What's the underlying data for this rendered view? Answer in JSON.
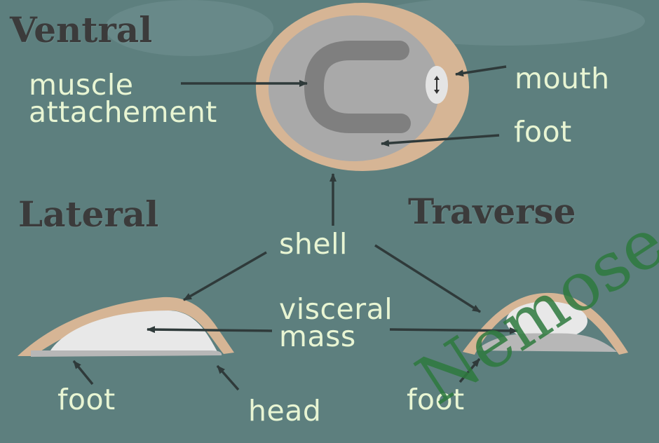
{
  "headings": {
    "ventral": "Ventral",
    "lateral": "Lateral",
    "traverse": "Traverse"
  },
  "labels": {
    "muscle_attachment": [
      "muscle",
      "attachement"
    ],
    "mouth": "mouth",
    "foot_ventral": "foot",
    "shell": "shell",
    "visceral_mass": [
      "visceral",
      "mass"
    ],
    "foot_lateral": "foot",
    "head": "head",
    "foot_traverse": "foot"
  },
  "watermark": "Nemose",
  "colors": {
    "background": "#5d7f7e",
    "shell": "#d6b595",
    "body_gray": "#a9a9a9",
    "muscle": "#7f7f7f",
    "visceral_mass": "#e8e8e8",
    "foot": "#b7b7b7",
    "label_text": "#e8f5d3",
    "heading_text": "#3b3b3b",
    "arrow": "#2f3a3a",
    "watermark": "#2e7a3e"
  }
}
